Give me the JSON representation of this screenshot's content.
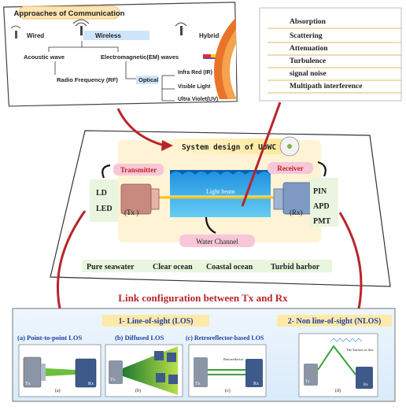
{
  "approaches": {
    "title": "Approaches of Communication",
    "wired": "Wired",
    "wireless": "Wireless",
    "hybrid": "Hybrid",
    "acoustic": "Acoustic wave",
    "em": "Electromagnetic(EM) waves",
    "rf": "Radio Frequency (RF)",
    "optical": "Optical",
    "ir": "Infra Red (IR)",
    "visible": "Visible Light",
    "uv": "Ultra Violet(UV)"
  },
  "challenges": [
    "Absorption",
    "Scattering",
    "Attenuation",
    "Turbulence",
    "signal noise",
    "Multipath interference"
  ],
  "system": {
    "title": "System design of UOWC",
    "transmitter": "Transmitter",
    "tx": "(Tx )",
    "ld": "LD",
    "led": "LED",
    "receiver": "Receiver",
    "rx": "(Rx)",
    "pin": "PIN",
    "apd": "APD",
    "pmt": "PMT",
    "light_beam": "Light beam",
    "water_channel": "Water Channel",
    "water_types": [
      "Pure seawater",
      "Clear ocean",
      "Coastal ocean",
      "Turbid harbor"
    ]
  },
  "link": {
    "title": "Link configuration between Tx and Rx",
    "los": "1- Line-of-sight (LOS)",
    "nlos": "2-  Non line-of-sight (NLOS)",
    "p2p": "(a) Point-to-point LOS",
    "diffused": "(b) Diffused LOS",
    "retro": "(c) Retroreflector-based LOS",
    "retro_note": "Retroreflector",
    "surface": "The Surface of Sea",
    "panel_labels": [
      "(a)",
      "(b)",
      "(c)",
      "(d)"
    ],
    "tx_short": "Tx",
    "rx_short": "Rx"
  },
  "colors": {
    "red_arrow": "#b8252b",
    "link_title": "#b8252b",
    "blue_heading": "#1f3fa3",
    "ring_colors": [
      "#e8742a",
      "#f6a24e",
      "#ffffff",
      "#f4c02c",
      "#fde4a1",
      "#9c9c9c",
      "#ffffff",
      "#f7931e",
      "#ffffff"
    ]
  }
}
